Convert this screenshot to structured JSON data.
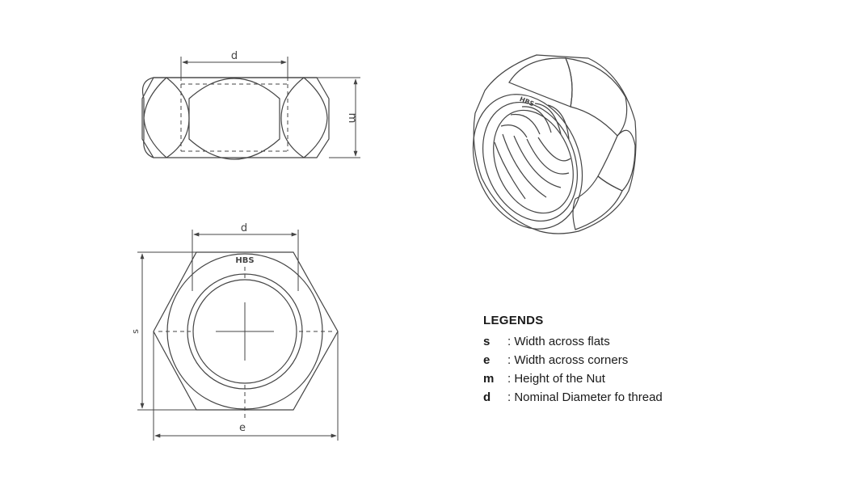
{
  "diagram": {
    "side_view": {
      "dim_top_label": "d",
      "dim_right_label": "m"
    },
    "top_view": {
      "dim_top_label": "d",
      "dim_left_label": "s",
      "dim_bottom_label": "e",
      "marking": "HBS"
    },
    "iso_view": {
      "marking": "HBS"
    }
  },
  "legends": {
    "title": "LEGENDS",
    "items": [
      {
        "key": "s",
        "desc": ": Width across flats"
      },
      {
        "key": "e",
        "desc": ": Width across corners"
      },
      {
        "key": "m",
        "desc": ": Height of the Nut"
      },
      {
        "key": "d",
        "desc": ": Nominal Diameter fo thread"
      }
    ]
  }
}
